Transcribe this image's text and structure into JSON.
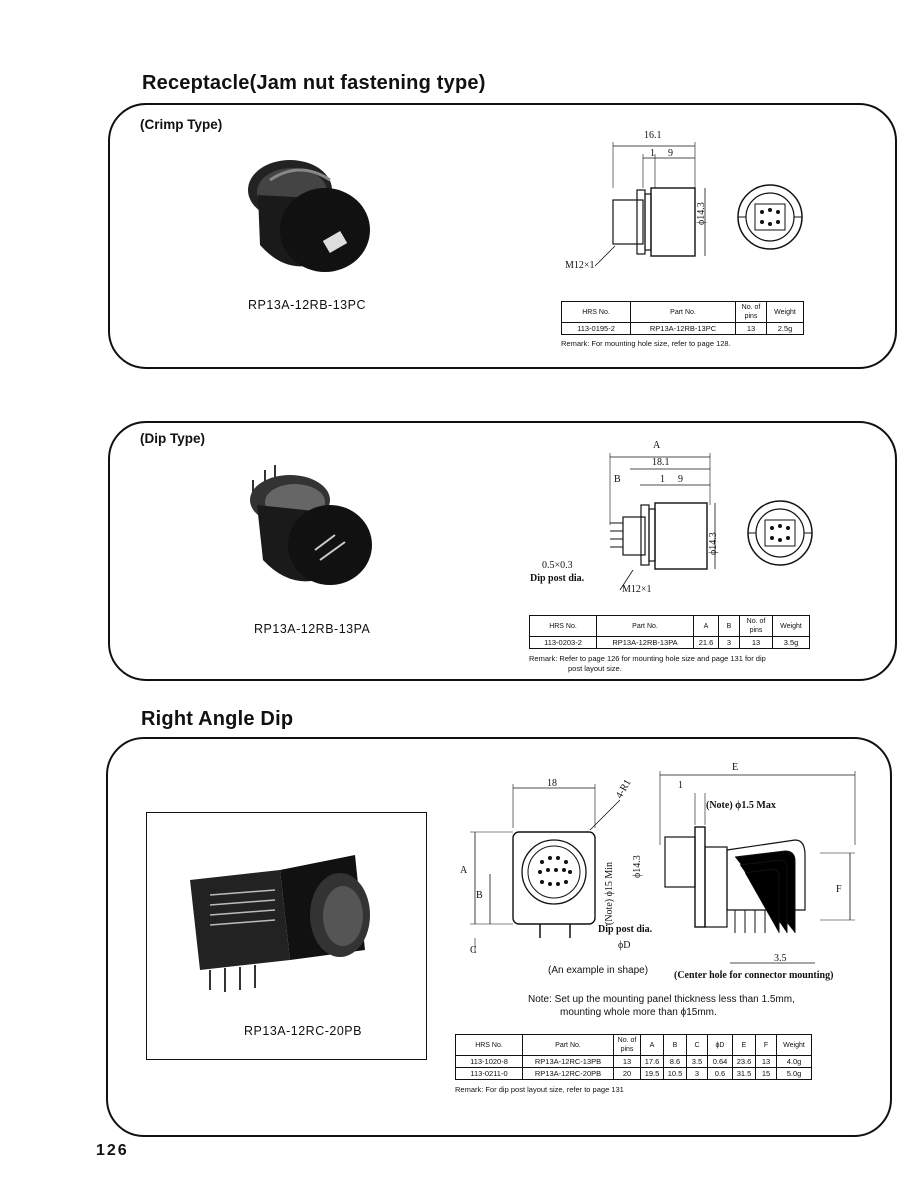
{
  "section1": {
    "title": "Receptacle(Jam nut fastening type)",
    "crimp": {
      "subtitle": "(Crimp Type)",
      "caption": "RP13A-12RB-13PC",
      "dims": {
        "d1": "16.1",
        "d2": "1",
        "d3": "9",
        "dia": "ϕ14.3",
        "thread": "M12×1"
      },
      "table": {
        "headers": [
          "HRS No.",
          "Part No.",
          "No. of pins",
          "Weight"
        ],
        "rows": [
          [
            "113-0195-2",
            "RP13A-12RB-13PC",
            "13",
            "2.5g"
          ]
        ]
      },
      "remark": "Remark: For mounting hole size, refer to page 128."
    },
    "dip": {
      "subtitle": "(Dip Type)",
      "caption": "RP13A-12RB-13PA",
      "dims": {
        "a": "A",
        "d1": "18.1",
        "b": "B",
        "d2": "1",
        "d3": "9",
        "dia": "ϕ14.3",
        "post": "0.5×0.3",
        "post_label": "Dip post dia.",
        "thread": "M12×1"
      },
      "table": {
        "headers": [
          "HRS No.",
          "Part No.",
          "A",
          "B",
          "No. of pins",
          "Weight"
        ],
        "rows": [
          [
            "113-0203-2",
            "RP13A-12RB-13PA",
            "21.6",
            "3",
            "13",
            "3.5g"
          ]
        ]
      },
      "remark_line1": "Remark: Refer to page 126 for mounting hole size and page 131 for dip",
      "remark_line2": "post layout size."
    }
  },
  "section2": {
    "title": "Right Angle Dip",
    "caption": "RP13A-12RC-20PB",
    "dims": {
      "w": "18",
      "r": "4-R1",
      "a": "A",
      "b": "B",
      "c": "C",
      "min_hole": "(Note) ϕ15 Min",
      "dia": "ϕ14.3",
      "post": "Dip post dia.",
      "phi_d": "ϕD",
      "e": "E",
      "one": "1",
      "max": "(Note) ϕ1.5 Max",
      "f": "F",
      "pitch": "3.5",
      "center_hole": "(Center hole for connector mounting)",
      "example": "(An example in shape)"
    },
    "note_line1": "Note: Set up the mounting panel thickness less than 1.5mm,",
    "note_line2": "mounting whole more than ϕ15mm.",
    "table": {
      "headers": [
        "HRS No.",
        "Part No.",
        "No. of pins",
        "A",
        "B",
        "C",
        "ϕD",
        "E",
        "F",
        "Weight"
      ],
      "rows": [
        [
          "113-1020-8",
          "RP13A-12RC-13PB",
          "13",
          "17.6",
          "8.6",
          "3.5",
          "0.64",
          "23.6",
          "13",
          "4.0g"
        ],
        [
          "113-0211-0",
          "RP13A-12RC-20PB",
          "20",
          "19.5",
          "10.5",
          "3",
          "0.6",
          "31.5",
          "15",
          "5.0g"
        ]
      ]
    },
    "remark": "Remark: For dip post layout size, refer to page 131"
  },
  "page_number": "126"
}
